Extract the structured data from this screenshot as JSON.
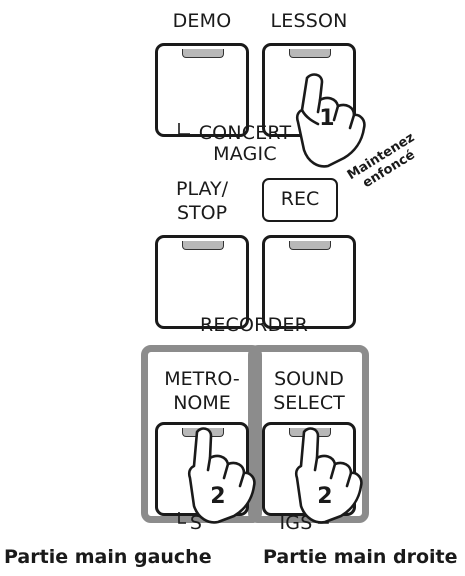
{
  "labels": {
    "demo": "DEMO",
    "lesson": "LESSON",
    "concert_magic_line1": "CONCERT",
    "concert_magic_line2": "MAGIC",
    "play_stop_line1": "PLAY/",
    "play_stop_line2": "STOP",
    "rec": "REC",
    "recorder": "RECORDER",
    "metronome_line1": "METRO-",
    "metronome_line2": "NOME",
    "sound_select_line1": "SOUND",
    "sound_select_line2": "SELECT",
    "settings_partial": "S",
    "settings_partial_end": "IGS"
  },
  "annotations": {
    "maintenez_line1": "Maintenez",
    "maintenez_line2": "enfoncé",
    "step1": "1",
    "step2_left": "2",
    "step2_right": "2"
  },
  "captions": {
    "left": "Partie main gauche",
    "right": "Partie main droite"
  },
  "colors": {
    "stroke": "#1a1a1a",
    "led": "#b8b8b8",
    "highlight_frame": "#8c8c8c"
  }
}
